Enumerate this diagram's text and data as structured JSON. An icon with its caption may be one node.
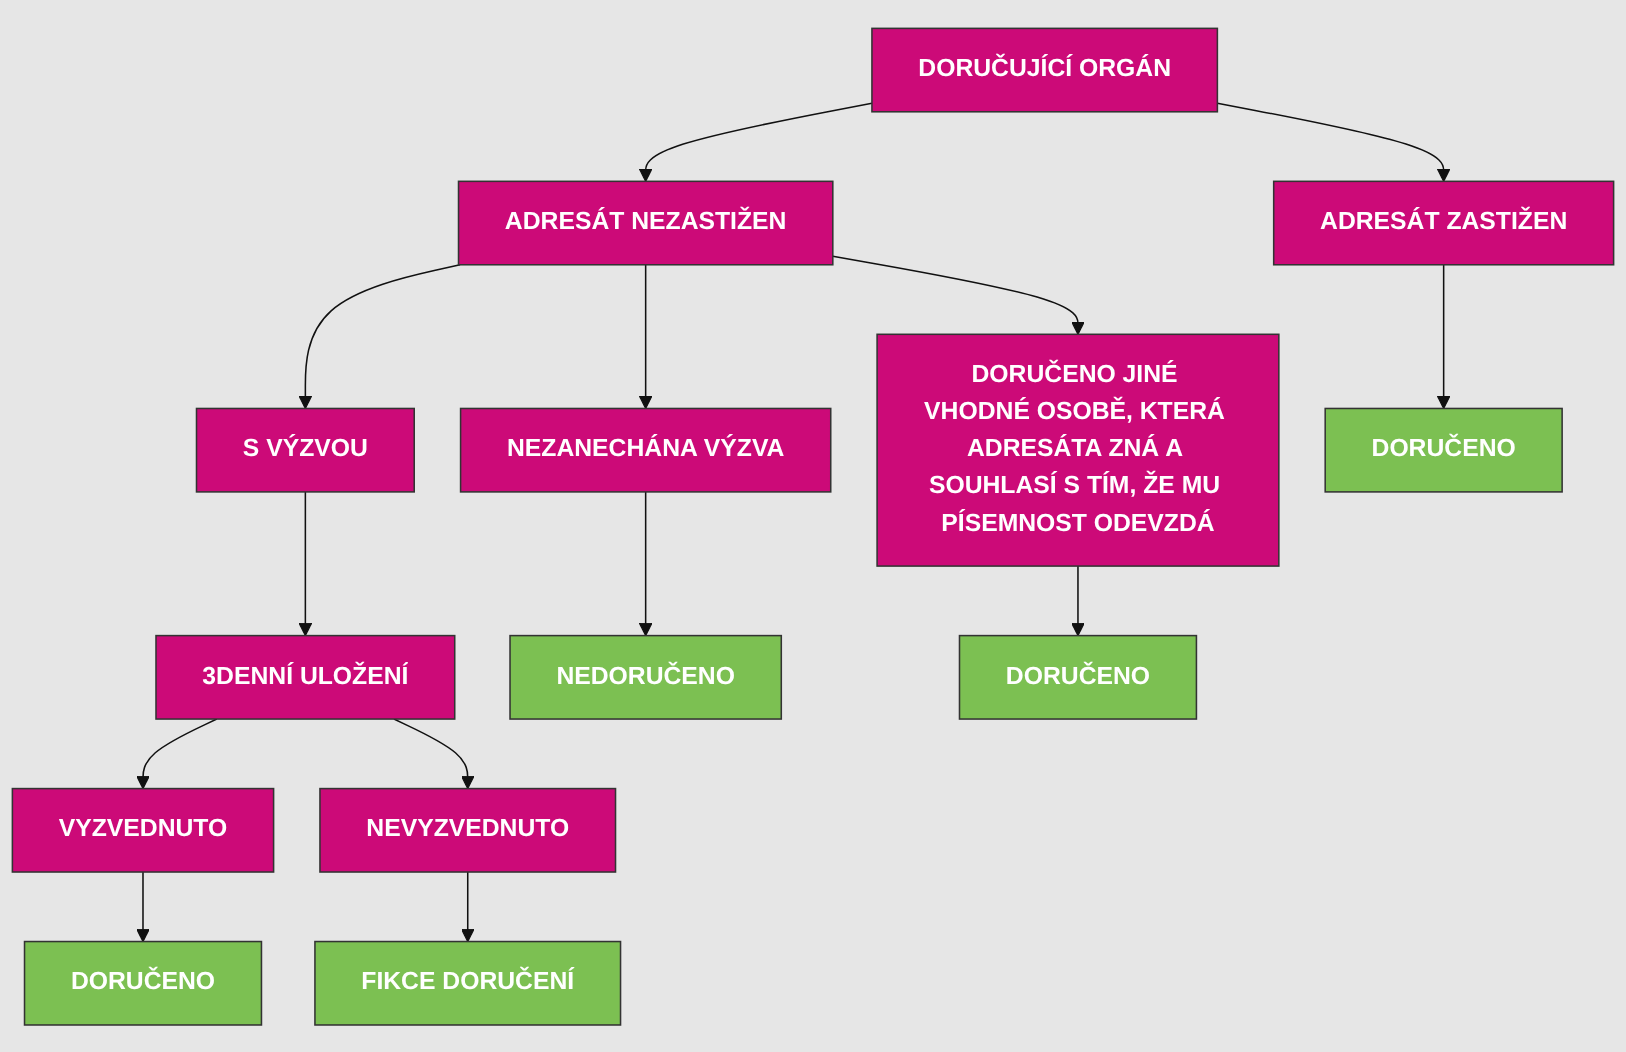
{
  "diagram": {
    "nodes": [
      {
        "text": [
          "DORUČUJÍCÍ ORGÁN"
        ]
      },
      {
        "text": [
          "ADRESÁT NEZASTIŽEN"
        ]
      },
      {
        "text": [
          "DORUČENO JINÉ VHODNÉ OSOBĚ, KTERÁ ADRESÁTA ZNÁ A SOUHLASÍ S TÍM, ŽE MU PÍSEMNOST ODEVZDÁ"
        ]
      },
      {
        "text": [
          "S VÝZVOU"
        ]
      },
      {
        "text": [
          "NEZANECHÁNA VÝZVA"
        ]
      },
      {
        "text": [
          "3DENNÍ ULOŽENÍ"
        ]
      },
      {
        "text": [
          "NEDORUČENO"
        ]
      },
      {
        "text": [
          "ADRESÁT ZASTIŽEN"
        ]
      },
      {
        "text": [
          "VYZVEDNUTO"
        ]
      },
      {
        "text": [
          "NEVYZVEDNUTO"
        ]
      },
      {
        "text": [
          "DORUČENO"
        ]
      },
      {
        "text": [
          "DORUČENO"
        ]
      },
      {
        "text": [
          "DORUČENO"
        ]
      },
      {
        "text": [
          "FIKCE DORUČENÍ"
        ]
      }
    ],
    "edges": [
      {
        "from": 0,
        "to": 1,
        "arrow": "to"
      },
      {
        "from": 1,
        "to": 2,
        "arrow": "to"
      },
      {
        "from": 1,
        "to": 3,
        "arrow": "to"
      },
      {
        "from": 1,
        "to": 4,
        "arrow": "to"
      },
      {
        "from": 3,
        "to": 5,
        "arrow": "to"
      },
      {
        "from": 4,
        "to": 6,
        "arrow": "to"
      },
      {
        "from": 0,
        "to": 7,
        "arrow": "to"
      },
      {
        "from": 5,
        "to": 8,
        "arrow": "to"
      },
      {
        "from": 5,
        "to": 9,
        "arrow": "to"
      },
      {
        "from": 7,
        "to": 10,
        "arrow": "to"
      },
      {
        "from": 2,
        "to": 11,
        "arrow": "to"
      },
      {
        "from": 8,
        "to": 12,
        "arrow": "to"
      },
      {
        "from": 9,
        "to": 13,
        "arrow": "to"
      }
    ]
  }
}
